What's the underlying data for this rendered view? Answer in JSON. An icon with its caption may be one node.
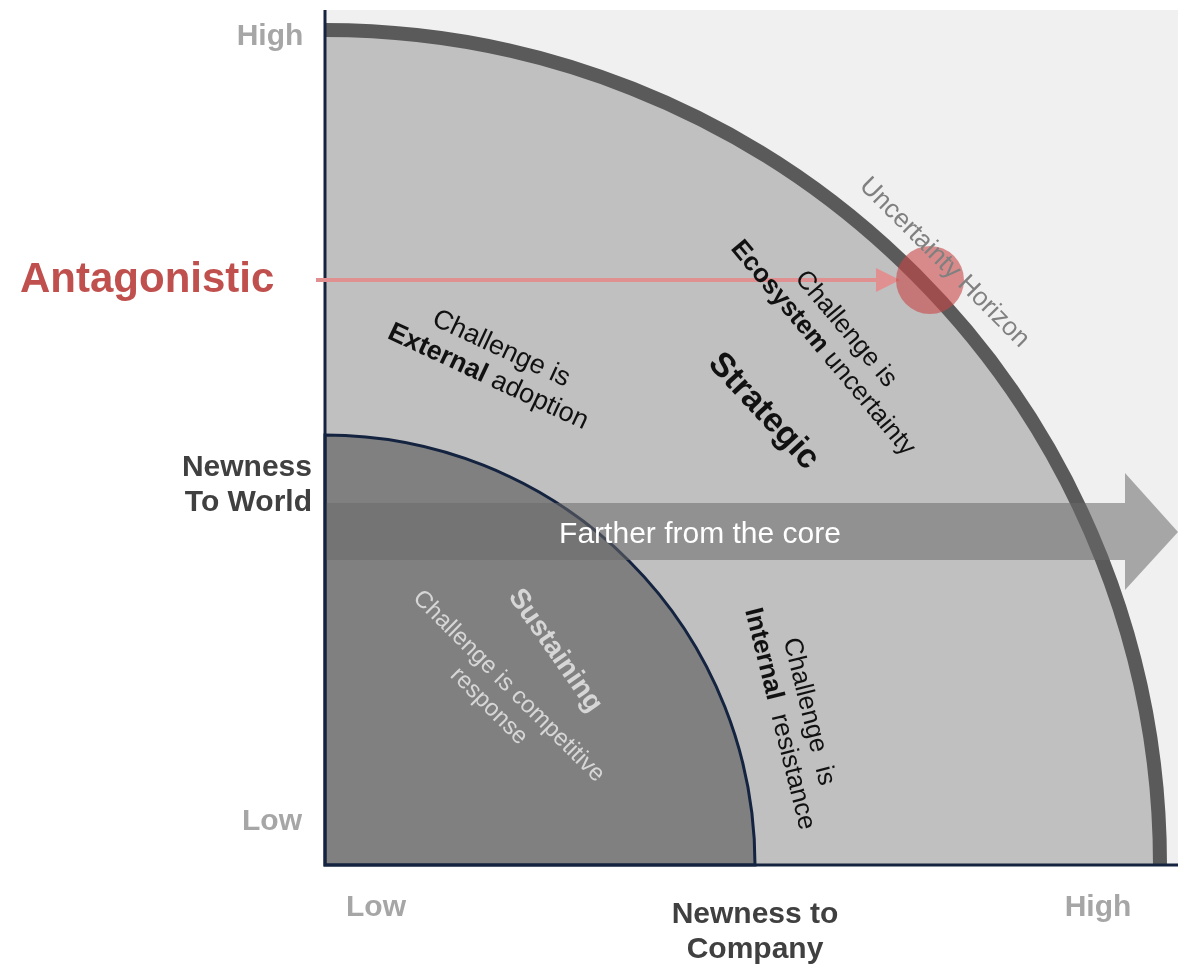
{
  "diagram": {
    "nodes": [
      {
        "text": [
          "Antagonistic"
        ]
      },
      {
        "text": [],
        "shape": "circle"
      }
    ],
    "edges": [
      {
        "from": 0,
        "to": 1,
        "arrow": "to",
        "color": "#e09090"
      }
    ],
    "labels": [
      "High",
      "Newness To World",
      "Challenge is **External** adoption",
      "Strategic",
      "Challenge is **Ecosystem** uncertainty",
      "Uncertainty Horizon",
      "Farther from the core",
      "Sustaining",
      "Challenge is competitive response",
      "Challenge is **Internal** resistance",
      "Low",
      "Low",
      "Newness to Company",
      "High"
    ]
  }
}
